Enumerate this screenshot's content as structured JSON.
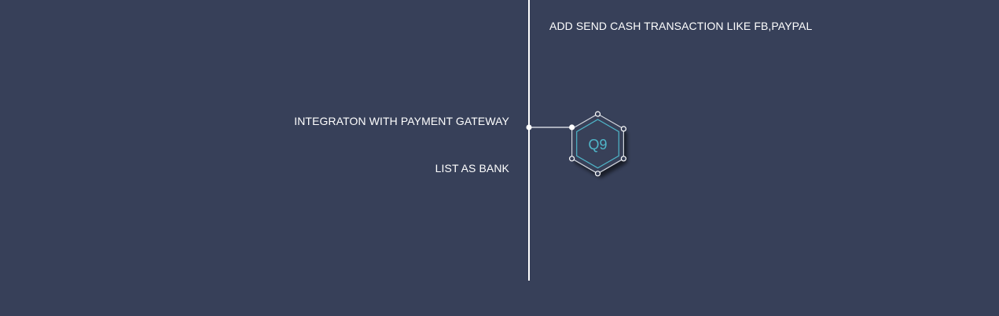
{
  "right_item": {
    "text": "ADD SEND CASH TRANSACTION LIKE FB,PAYPAL"
  },
  "left_items": [
    {
      "text": "INTEGRATON WITH PAYMENT GATEWAY"
    },
    {
      "text": "LIST AS BANK"
    }
  ],
  "node": {
    "label": "Q9",
    "label_color": "#4fb6c9"
  },
  "colors": {
    "background": "#374059",
    "line": "#ffffff",
    "node_fill": "#374059",
    "node_outer_stroke": "#d0d4dc",
    "node_inner_stroke": "#4fb6c9"
  }
}
